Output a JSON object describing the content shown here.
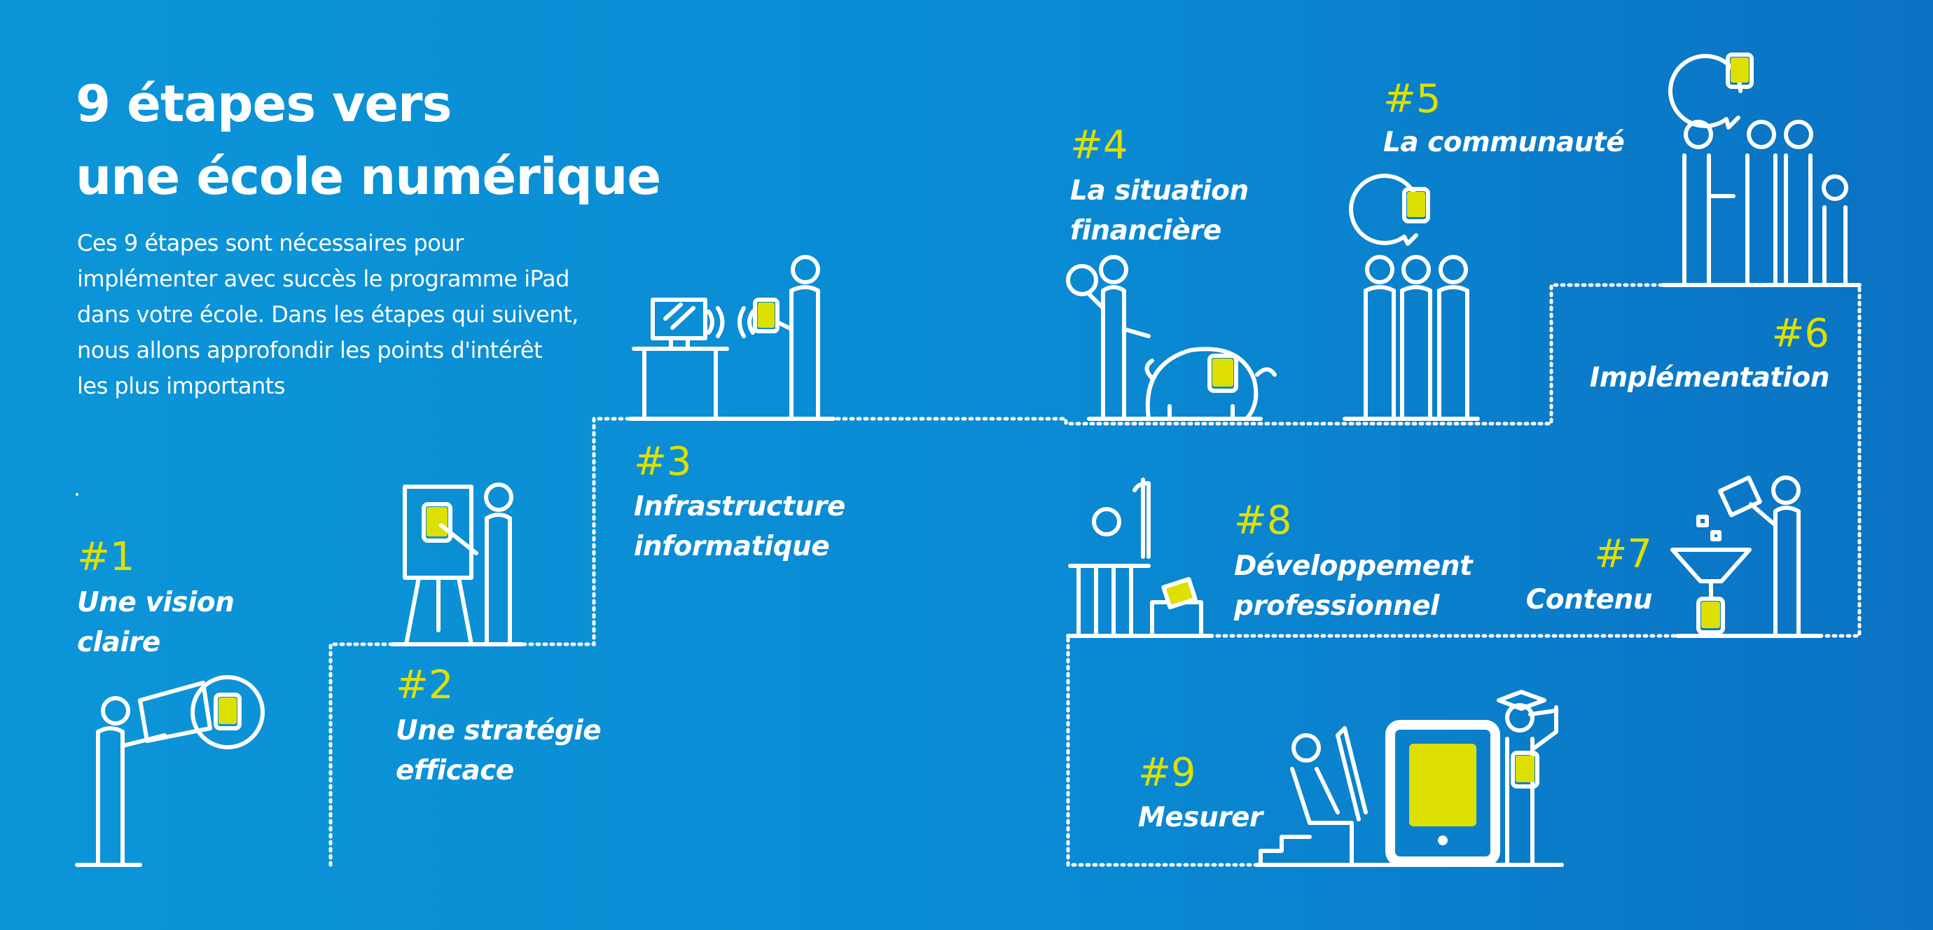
{
  "header": {
    "title_line1": "9 étapes vers",
    "title_line2": "une école numérique",
    "intro_lines": [
      "Ces 9 étapes sont nécessaires pour",
      "implémenter avec succès le programme iPad",
      "dans votre école. Dans les étapes qui suivent,",
      "nous allons approfondir les points d'intérêt",
      "les plus importants"
    ]
  },
  "colors": {
    "background": "#0a8ad3",
    "accent": "#dde000",
    "line": "#ffffff"
  },
  "steps": [
    {
      "num": "#1",
      "label": [
        "Une vision",
        "claire"
      ]
    },
    {
      "num": "#2",
      "label": [
        "Une stratégie",
        "efficace"
      ]
    },
    {
      "num": "#3",
      "label": [
        "Infrastructure",
        "informatique"
      ]
    },
    {
      "num": "#4",
      "label": [
        "La situation",
        "financière"
      ]
    },
    {
      "num": "#5",
      "label": [
        "La communauté"
      ]
    },
    {
      "num": "#6",
      "label": [
        "Implémentation"
      ]
    },
    {
      "num": "#7",
      "label": [
        "Contenu"
      ]
    },
    {
      "num": "#8",
      "label": [
        "Développement",
        "professionnel"
      ]
    },
    {
      "num": "#9",
      "label": [
        "Mesurer"
      ]
    }
  ],
  "icons": [
    "binoculars-icon",
    "presentation-board-icon",
    "desk-computer-icon",
    "piggy-bank-icon",
    "community-group-icon",
    "group-leader-icon",
    "funnel-content-icon",
    "teacher-desk-icon",
    "ruler-tablet-graduate-icon"
  ]
}
